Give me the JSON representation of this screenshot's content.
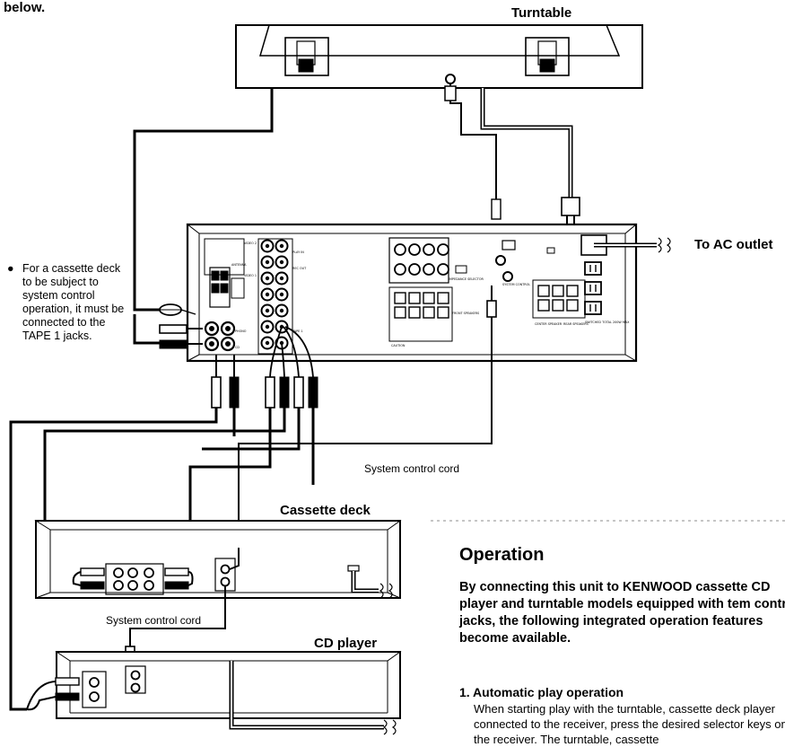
{
  "header_fragment": "below.",
  "devices": {
    "turntable": "Turntable",
    "cassette_deck": "Cassette deck",
    "cd_player": "CD player"
  },
  "labels": {
    "ac_outlet": "To AC outlet",
    "system_cord_1": "System control cord",
    "system_cord_2": "System control cord"
  },
  "note": {
    "bullet": "●",
    "text": "For a cassette deck to be subject to system control operation, it must be connected to the TAPE 1 jacks."
  },
  "receiver_panel": {
    "video2": "VIDEO 2",
    "video1": "VIDEO 1",
    "play_in": "PLAY IN",
    "rec_out": "REC OUT",
    "tape1": "TAPE 1",
    "phono": "PHONO",
    "cd": "CD",
    "antenna": "ANTENNA",
    "impedance_selector": "IMPEDANCE SELECTOR",
    "system_control": "SYSTEM CONTROL",
    "front_speakers": "FRONT SPEAKERS",
    "center_speaker": "CENTER SPEAKER",
    "rear_speakers": "REAR SPEAKERS",
    "ac_switched": "SWITCHED TOTAL 200W MAX",
    "caution": "CAUTION"
  },
  "operation": {
    "title": "Operation",
    "intro": "By connecting this unit to KENWOOD cassette CD player and turntable models equipped with tem control jacks, the following integrated operation features become available.",
    "item1_title": "1. Automatic play operation",
    "item1_body": "When starting play with the turntable, cassette deck player connected to the receiver, press the desired selector keys on the receiver. The turntable, cassette"
  }
}
